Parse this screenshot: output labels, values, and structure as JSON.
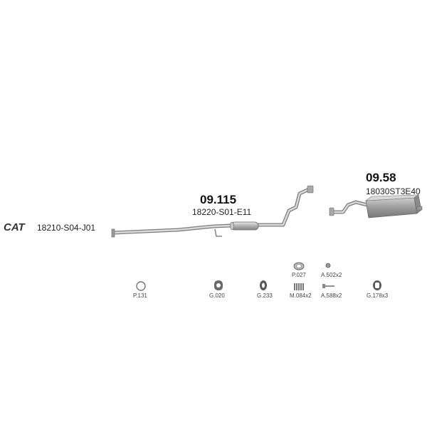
{
  "cat_label": "CAT",
  "cat_oem": "18210-S04-J01",
  "parts": [
    {
      "number": "09.115",
      "oem": "18220-S01-E11"
    },
    {
      "number": "09.58",
      "oem": "18030ST3E40"
    }
  ],
  "fittings": [
    "P.131",
    "G.020",
    "G.233",
    "P.027",
    "M.084x2",
    "A.502x2",
    "A.588x2",
    "G.178x3"
  ]
}
